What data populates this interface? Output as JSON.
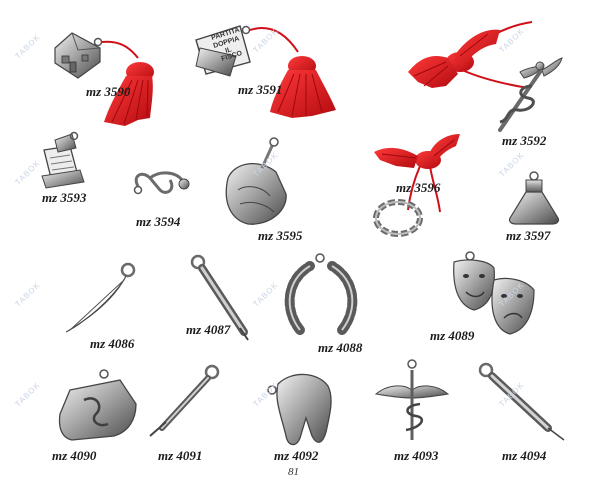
{
  "codes": {
    "c3590": "mz 3590",
    "c3591": "mz 3591",
    "c3592": "mz 3592",
    "c3593": "mz 3593",
    "c3594": "mz 3594",
    "c3595": "mz 3595",
    "c3596": "mz 3596",
    "c3597": "mz 3597",
    "c4086": "mz 4086",
    "c4087": "mz 4087",
    "c4088": "mz 4088",
    "c4089": "mz 4089",
    "c4090": "mz 4090",
    "c4091": "mz 4091",
    "c4092": "mz 4092",
    "c4093": "mz 4093",
    "c4094": "mz 4094"
  },
  "charm_text": {
    "doc_line1": "PARTITA",
    "doc_line2": "DOPPIA",
    "doc_line3": "IL",
    "doc_line4": "FISCO"
  },
  "page_number": "81",
  "watermark": "TABOK",
  "colors": {
    "silver": "#9a9a9a",
    "silver_dark": "#555555",
    "silver_light": "#d8d8d8",
    "tassel_red": "#e3141b",
    "code_text": "#1c1c1c"
  }
}
